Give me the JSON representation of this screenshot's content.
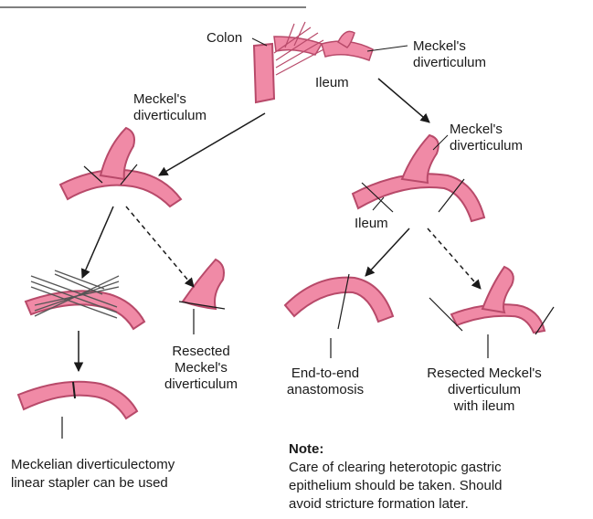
{
  "labels": {
    "colon": "Colon",
    "top_meckel_1": "Meckel's",
    "top_meckel_2": "diverticulum",
    "ileum_top": "Ileum",
    "left_meckel_1": "Meckel's",
    "left_meckel_2": "diverticulum",
    "right_meckel_1": "Meckel's",
    "right_meckel_2": "diverticulum",
    "ileum_right": "Ileum",
    "resected_1": "Resected",
    "resected_2": "Meckel's",
    "resected_3": "diverticulum",
    "end_to_end_1": "End-to-end",
    "end_to_end_2": "anastomosis",
    "resected_ileum_1": "Resected Meckel's",
    "resected_ileum_2": "diverticulum",
    "resected_ileum_3": "with ileum",
    "stapler_1": "Meckelian diverticulectomy",
    "stapler_2": "linear stapler can be used"
  },
  "note": {
    "title": "Note:",
    "line1": "Care of clearing heterotopic gastric",
    "line2": "epithelium should be taken. Should",
    "line3": "avoid stricture formation later."
  },
  "colors": {
    "bowel_fill": "#f08aa6",
    "bowel_stroke": "#b84a6a",
    "line": "#1a1a1a"
  }
}
